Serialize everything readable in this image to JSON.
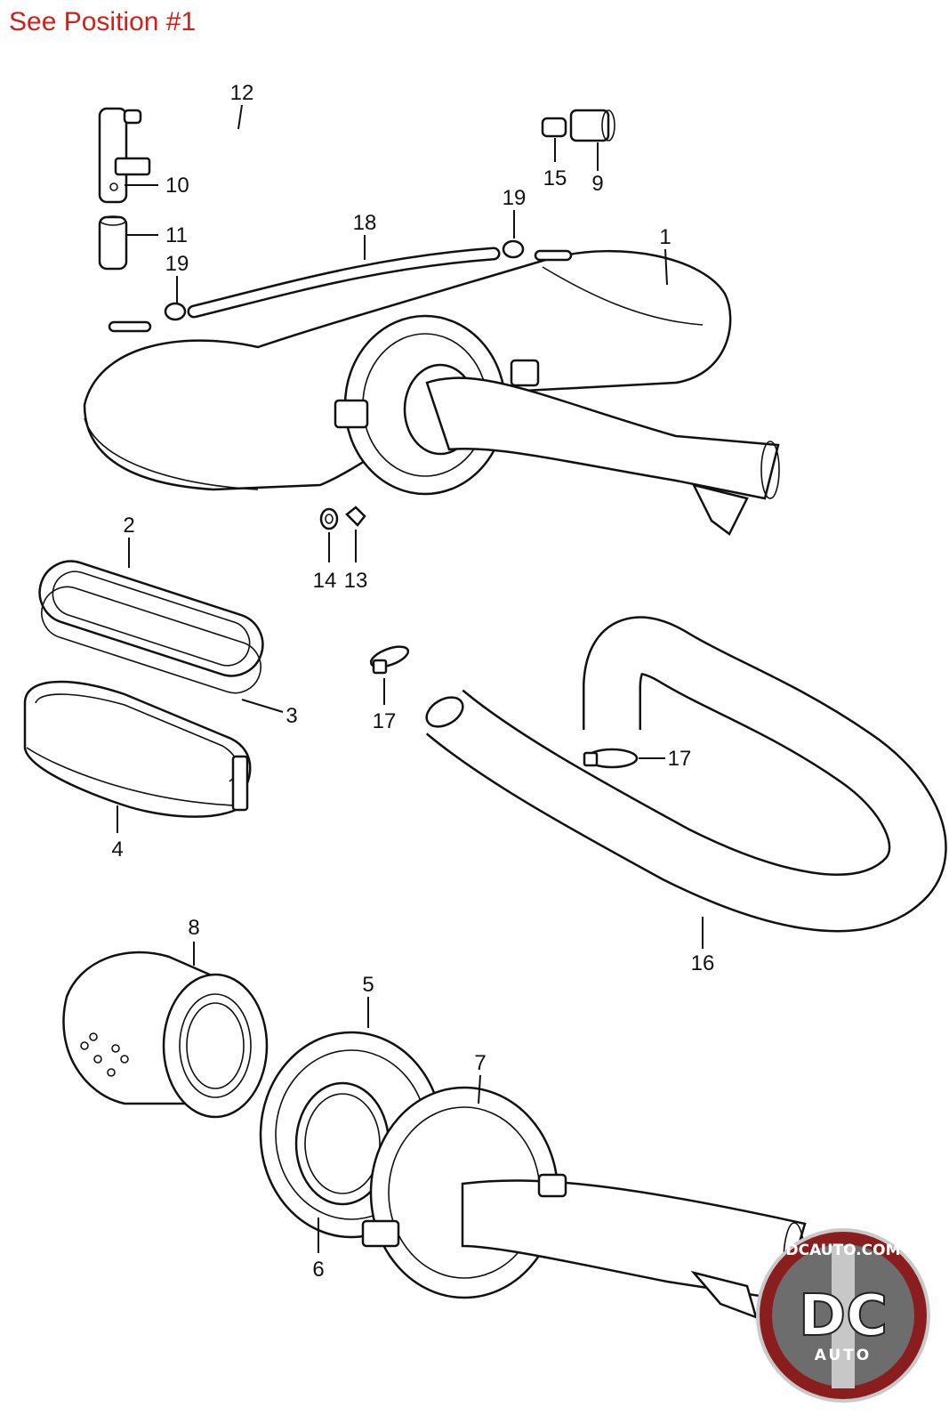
{
  "header": {
    "title": "See Position #1"
  },
  "callouts": [
    {
      "id": "c12",
      "label": "12"
    },
    {
      "id": "c10",
      "label": "10"
    },
    {
      "id": "c11",
      "label": "11"
    },
    {
      "id": "c19a",
      "label": "19"
    },
    {
      "id": "c15",
      "label": "15"
    },
    {
      "id": "c9",
      "label": "9"
    },
    {
      "id": "c19b",
      "label": "19"
    },
    {
      "id": "c18",
      "label": "18"
    },
    {
      "id": "c1",
      "label": "1"
    },
    {
      "id": "c2",
      "label": "2"
    },
    {
      "id": "c14",
      "label": "14"
    },
    {
      "id": "c13",
      "label": "13"
    },
    {
      "id": "c3",
      "label": "3"
    },
    {
      "id": "c4",
      "label": "4"
    },
    {
      "id": "c17a",
      "label": "17"
    },
    {
      "id": "c17b",
      "label": "17"
    },
    {
      "id": "c16",
      "label": "16"
    },
    {
      "id": "c8",
      "label": "8"
    },
    {
      "id": "c5",
      "label": "5"
    },
    {
      "id": "c7",
      "label": "7"
    },
    {
      "id": "c6",
      "label": "6"
    }
  ],
  "logo": {
    "top_text": "DCAUTO.COM",
    "mark": "DC",
    "sub_text": "AUTO"
  },
  "colors": {
    "heading": "#d0201b",
    "logo_ring": "#8a1d1d",
    "logo_fill": "#5a5a5a"
  }
}
